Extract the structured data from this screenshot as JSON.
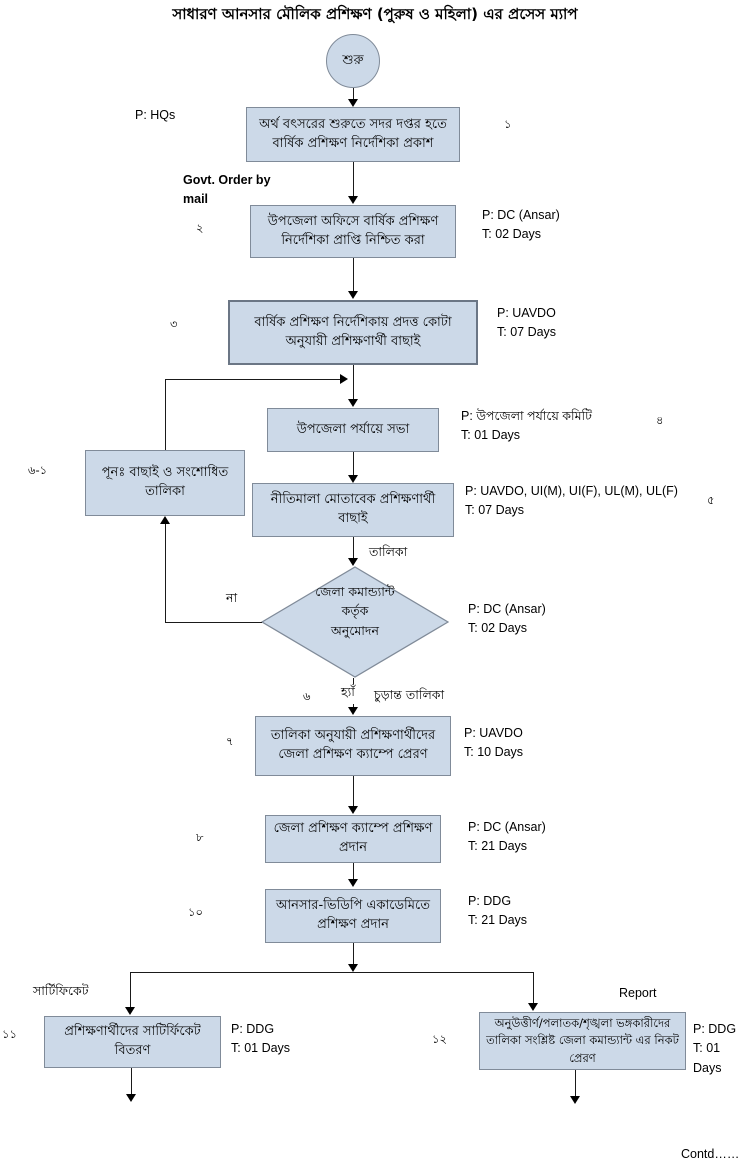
{
  "title": "সাধারণ আনসার মৌলিক প্রশিক্ষণ (পুরুষ ও মহিলা) এর প্রসেস ম্যাপ",
  "colors": {
    "node_fill": "#ccd9e8",
    "node_border": "#808b99",
    "line": "#1a1a1a"
  },
  "nodes": {
    "start": "শুরু",
    "s1": "অর্থ বৎসরের শুরুতে সদর দপ্তর হতে বার্ষিক প্রশিক্ষণ নির্দেশিকা প্রকাশ",
    "s2": "উপজেলা অফিসে বার্ষিক প্রশিক্ষণ নির্দেশিকা প্রাপ্তি নিশ্চিত করা",
    "s3": "বার্ষিক প্রশিক্ষণ নির্দেশিকায় প্রদত্ত কোটা অনুযায়ী প্রশিক্ষণার্থী বাছাই",
    "s4": "উপজেলা পর্যায়ে সভা",
    "s5": "নীতিমালা মোতাবেক প্রশিক্ষণার্থী বাছাই",
    "d6": "জেলা কমান্ড্যান্ট\nকর্তৃক\nঅনুমোদন",
    "s61": "পূনঃ  বাছাই ও সংশোধিত তালিকা",
    "s7": "তালিকা অনুযায়ী প্রশিক্ষণার্থীদের জেলা প্রশিক্ষণ ক্যাম্পে প্রেরণ",
    "s8": "জেলা প্রশিক্ষণ ক্যাম্পে প্রশিক্ষণ প্রদান",
    "s10": "আনসার-ভিডিপি একাডেমিতে প্রশিক্ষণ প্রদান",
    "s11": "প্রশিক্ষণার্থীদের  সাটির্ফিকেট বিতরণ",
    "s12": "অনুউত্তীর্ণ/পলাতক/শৃঙ্খলা ভঙ্গকারীদের তালিকা সংশ্লিষ্ট  জেলা কমান্ড্যান্ট এর নিকট প্রেরণ"
  },
  "numbers": {
    "n1": "১",
    "n2": "২",
    "n3": "৩",
    "n4": "৪",
    "n5": "৫",
    "n6": "৬",
    "n6_1": "৬-১",
    "n7": "৭",
    "n8": "৮",
    "n10": "১০",
    "n11": "১১",
    "n12": "১২"
  },
  "annotations": {
    "a1": "P: HQs",
    "a2": "P: DC (Ansar)\nT: 02 Days",
    "a3": "P: UAVDO\nT: 07 Days",
    "a4": "P: উপজেলা পর্যায়ে কমিটি\nT: 01 Days",
    "a5": "P: UAVDO, UI(M), UI(F), UL(M), UL(F)\nT: 07 Days",
    "a6": "P: DC (Ansar)\nT: 02 Days",
    "a7": "P: UAVDO\nT: 10 Days",
    "a8": "P: DC (Ansar)\nT: 21 Days",
    "a10": "P: DDG\nT: 21 Days",
    "a11": "P: DDG\nT: 01 Days",
    "a12": "P: DDG\nT: 01 Days"
  },
  "edge_labels": {
    "govt_order": "Govt. Order by\nmail",
    "list": "তালিকা",
    "no": "না",
    "yes": "হ্যাঁ",
    "final_list": "চুড়ান্ত তালিকা",
    "certificate": "সার্টিফিকেট",
    "report": "Report",
    "contd": "Contd……"
  }
}
